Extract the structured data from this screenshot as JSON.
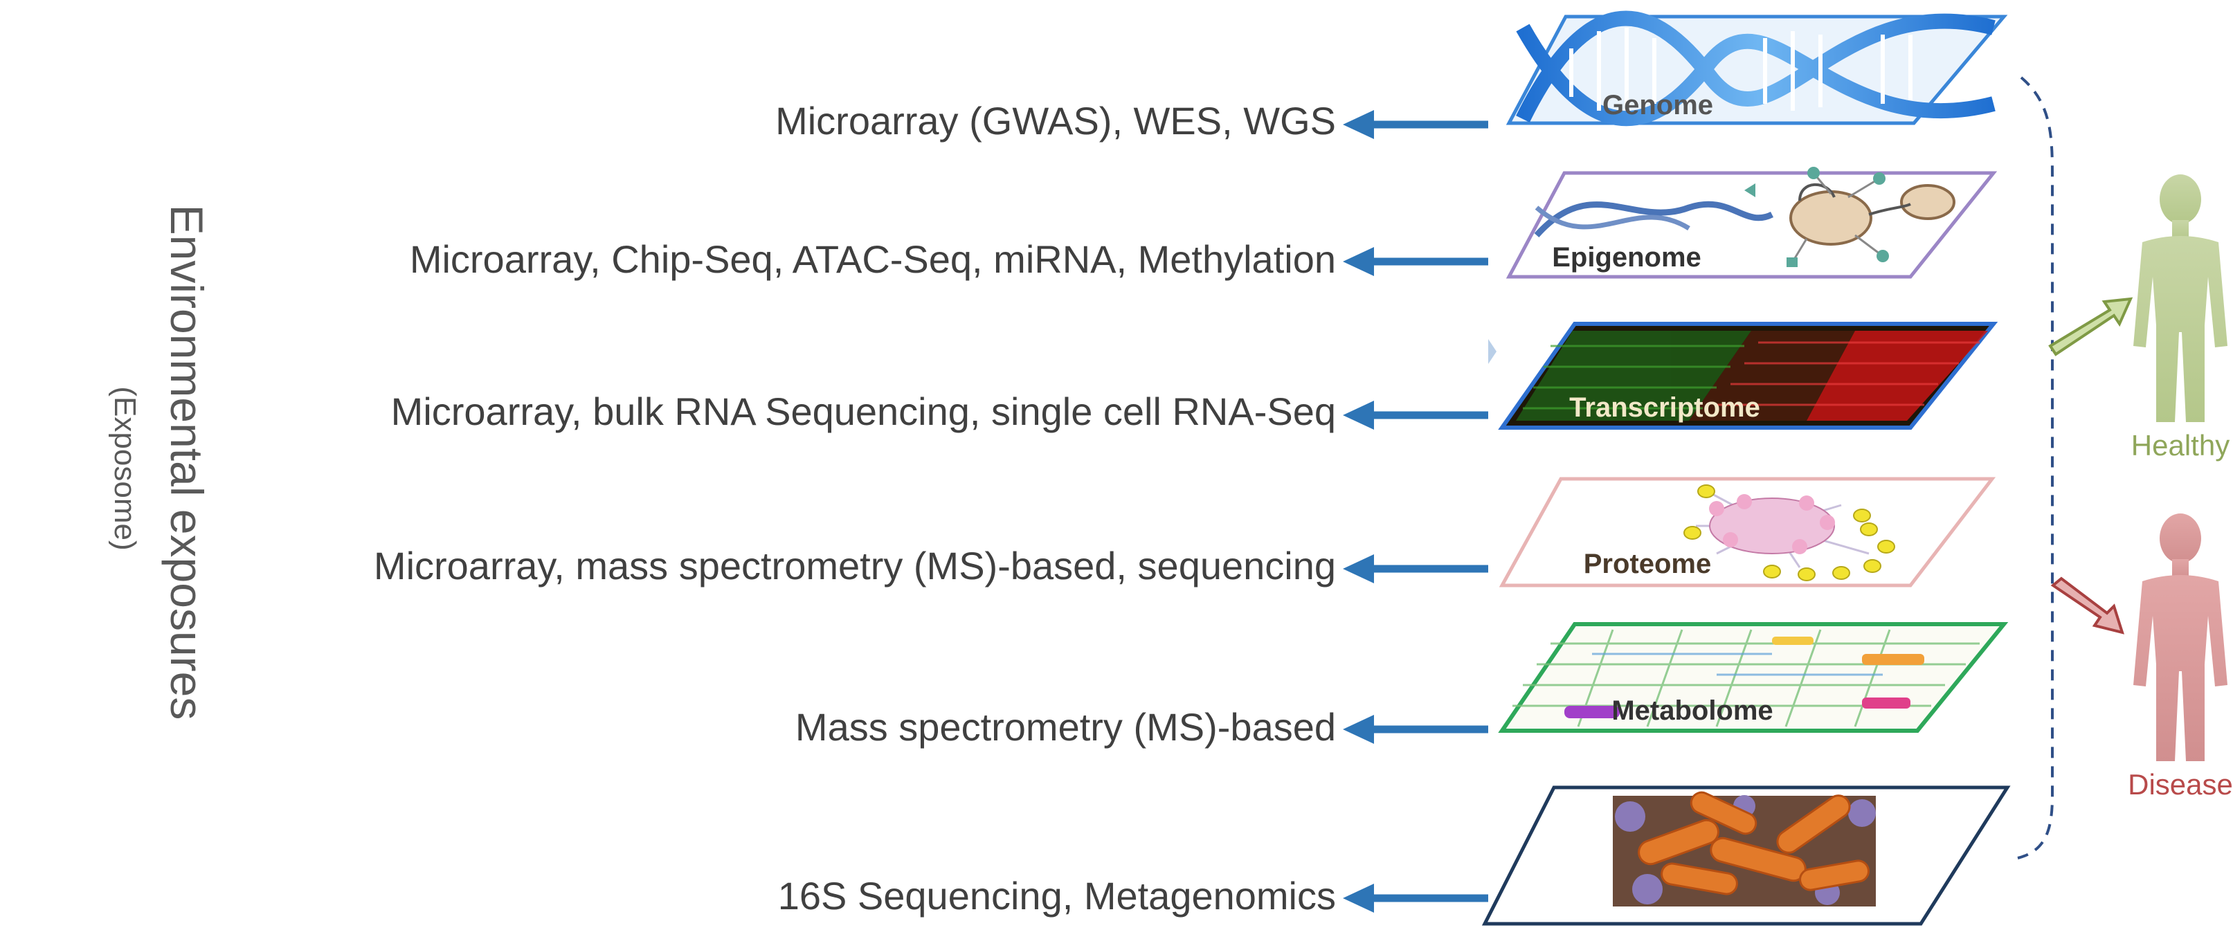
{
  "side_label": {
    "main": "Environmental exposures",
    "sub": "(Exposome)"
  },
  "layers": [
    {
      "name": "Genome",
      "technique": "Microarray (GWAS),  WES, WGS"
    },
    {
      "name": "Epigenome",
      "technique": "Microarray, Chip-Seq, ATAC-Seq, miRNA, Methylation"
    },
    {
      "name": "Transcriptome",
      "technique": "Microarray, bulk RNA Sequencing, single cell RNA-Seq"
    },
    {
      "name": "Proteome",
      "technique": "Microarray, mass spectrometry (MS)-based, sequencing"
    },
    {
      "name": "Metabolome",
      "technique": "Mass spectrometry (MS)-based"
    },
    {
      "name": "",
      "technique": "16S Sequencing, Metagenomics"
    }
  ],
  "outcomes": {
    "healthy": "Healthy",
    "disease": "Disease"
  },
  "colors": {
    "arrow": "#2e75b6",
    "healthy": "#8fa65a",
    "disease": "#b84a4a",
    "text": "#404040"
  }
}
